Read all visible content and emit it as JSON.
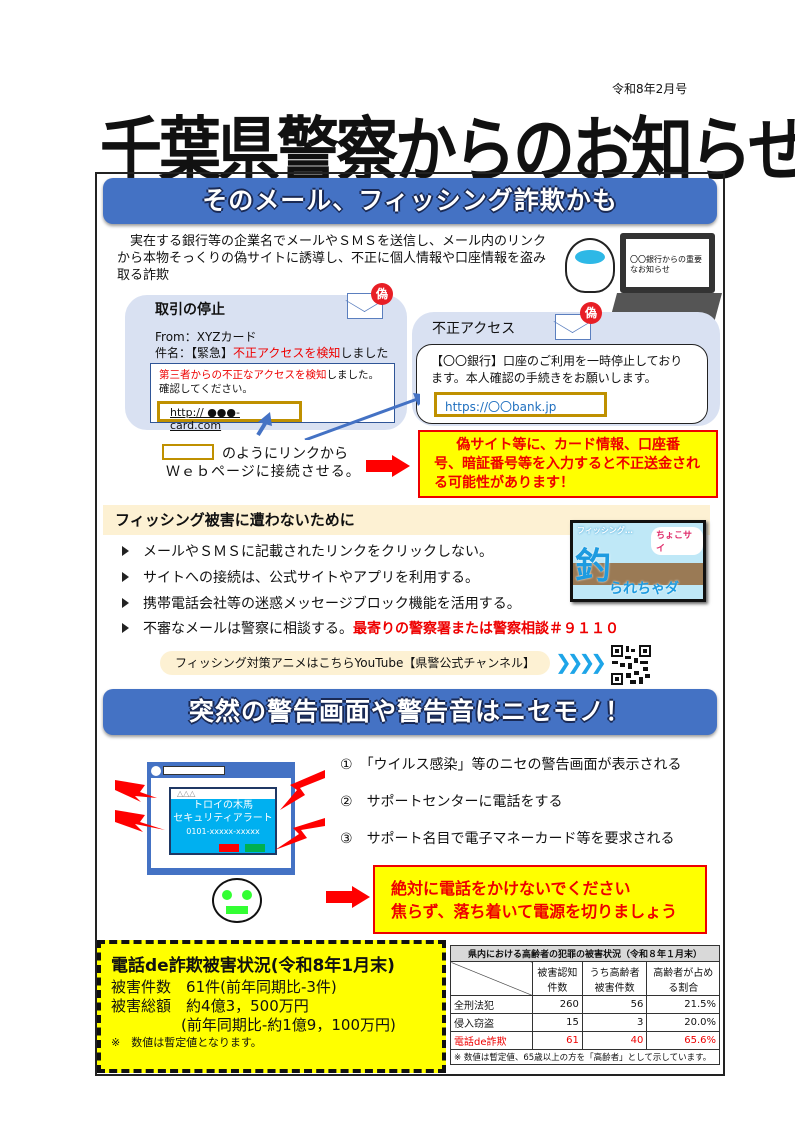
{
  "issue": "令和8年2月号",
  "title": "千葉県警察からのお知らせ",
  "section1": {
    "banner": "そのメール、フィッシング詐欺かも",
    "intro": "実在する銀行等の企業名でメールやＳＭＳを送信し、メール内のリンクから本物そっくりの偽サイトに誘導し、不正に個人情報や口座情報を盗み取る詐欺",
    "laptop_screen": "〇〇銀行からの重要なお知らせ",
    "fake_badge": "偽",
    "mail1": {
      "subject_title": "取引の停止",
      "from": "From：XYZカード",
      "subject_label": "件名：【緊急】",
      "subject_red": "不正アクセスを検知",
      "subject_rest": "しました",
      "body_red": "第三者からの不正なアクセスを検知",
      "body_rest": "しました。",
      "body_line2": "確認してください。",
      "link": "http:// ●●●-card.com"
    },
    "mail2": {
      "title": "不正アクセス",
      "body": "【〇〇銀行】口座のご利用を一時停止しております。本人確認の手続きをお願いします。",
      "link": "https://〇〇bank.jp"
    },
    "link_note_1": "のようにリンクから",
    "link_note_2": "Ｗｅｂページに接続させる。",
    "warning": "偽サイト等に、カード情報、口座番号、暗証番号等を入力すると不正送金される可能性があります！"
  },
  "prevention": {
    "heading": "フィッシング被害に遭わないために",
    "items": [
      {
        "text": "メールやＳＭＳに記載されたリンクをクリックしない。"
      },
      {
        "text": "サイトへの接続は、公式サイトやアプリを利用する。"
      },
      {
        "text": "携帯電話会社等の迷惑メッセージブロック機能を活用する。"
      },
      {
        "text": "不審なメールは警察に相談する。",
        "red": "最寄りの警察署または警察相談＃９１１０"
      }
    ],
    "anime_thumb": {
      "caption_top": "フィッシング…",
      "logo": "ちょこサイ",
      "big": "釣",
      "caption_bottom": "られちゃダメ!?"
    },
    "youtube_link": "フィッシング対策アニメはこちらYouTube【県警公式チャンネル】"
  },
  "section2": {
    "banner": "突然の警告画面や警告音はニセモノ！",
    "popup": {
      "tabs": "△△△",
      "title1": "トロイの木馬",
      "title2": "セキュリティアラート",
      "phone": "0101-xxxxx-xxxxx"
    },
    "steps": [
      {
        "num": "①",
        "text": "「ウイルス感染」等のニセの警告画面が表示される"
      },
      {
        "num": "②",
        "text": "サポートセンターに電話をする"
      },
      {
        "num": "③",
        "text": "サポート名目で電子マネーカード等を要求される"
      }
    ],
    "warning1": "絶対に電話をかけないでください",
    "warning2": "焦らず、落ち着いて電源を切りましょう"
  },
  "stats": {
    "heading": "電話de詐欺被害状況(令和8年1月末)",
    "count_label": "被害件数",
    "count_value": "61件(前年同期比-3件)",
    "amount_label": "被害総額",
    "amount_value": "約4億3，500万円",
    "amount_compare": "(前年同期比-約1億9，100万円)",
    "note": "※　数値は暫定値となります。"
  },
  "table": {
    "title": "県内における高齢者の犯罪の被害状況（令和８年１月末）",
    "headers": [
      "被害認知件数",
      "うち高齢者被害件数",
      "高齢者が占める割合"
    ],
    "rows": [
      {
        "label": "全刑法犯",
        "values": [
          "260",
          "56",
          "21.5%"
        ]
      },
      {
        "label": "侵入窃盗",
        "values": [
          "15",
          "3",
          "20.0%"
        ]
      },
      {
        "label": "電話de詐欺",
        "values": [
          "61",
          "40",
          "65.6%"
        ]
      }
    ],
    "note": "※ 数値は暫定値、65歳以上の方を「高齢者」として示しています。"
  },
  "colors": {
    "banner": "#4472c4",
    "panel": "#d9e1f2",
    "warning_bg": "#ffff00",
    "warning_text": "#ff0000",
    "gold": "#bf9000"
  }
}
